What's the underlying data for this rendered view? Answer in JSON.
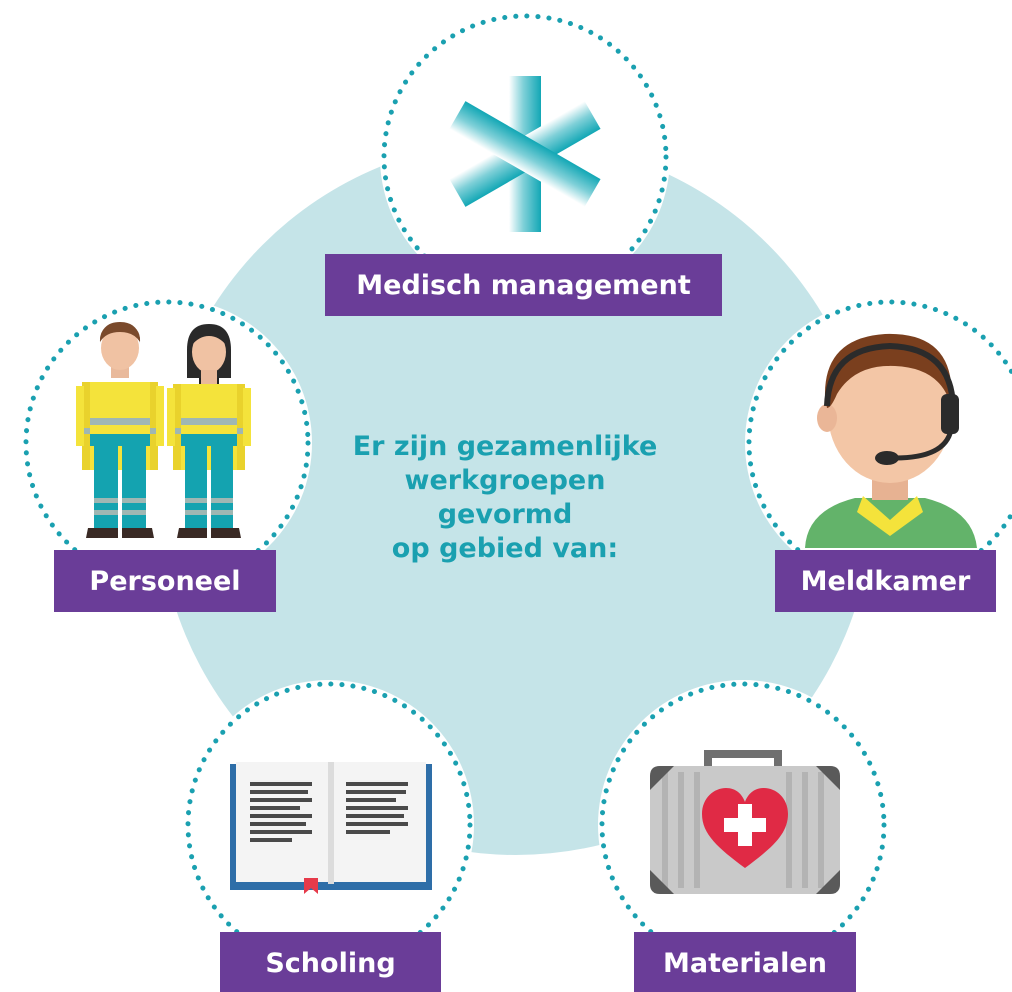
{
  "center_text": {
    "lines": [
      "Er zijn gezamenlijke",
      "werkgroepen",
      "gevormd",
      "op gebied van:"
    ]
  },
  "workgroups": [
    {
      "key": "medisch",
      "label": "Medisch management",
      "icon": "star-of-life-icon"
    },
    {
      "key": "personeel",
      "label": "Personeel",
      "icon": "paramedics-icon"
    },
    {
      "key": "meldkamer",
      "label": "Meldkamer",
      "icon": "dispatcher-headset-icon"
    },
    {
      "key": "scholing",
      "label": "Scholing",
      "icon": "open-book-icon"
    },
    {
      "key": "materialen",
      "label": "Materialen",
      "icon": "medical-case-icon"
    }
  ],
  "colors": {
    "background_circle": "#c5e4e8",
    "dotted_ring": "#1aa0b0",
    "label_bg": "#6a3d98",
    "label_text": "#ffffff",
    "center_text": "#1aa0b0"
  }
}
